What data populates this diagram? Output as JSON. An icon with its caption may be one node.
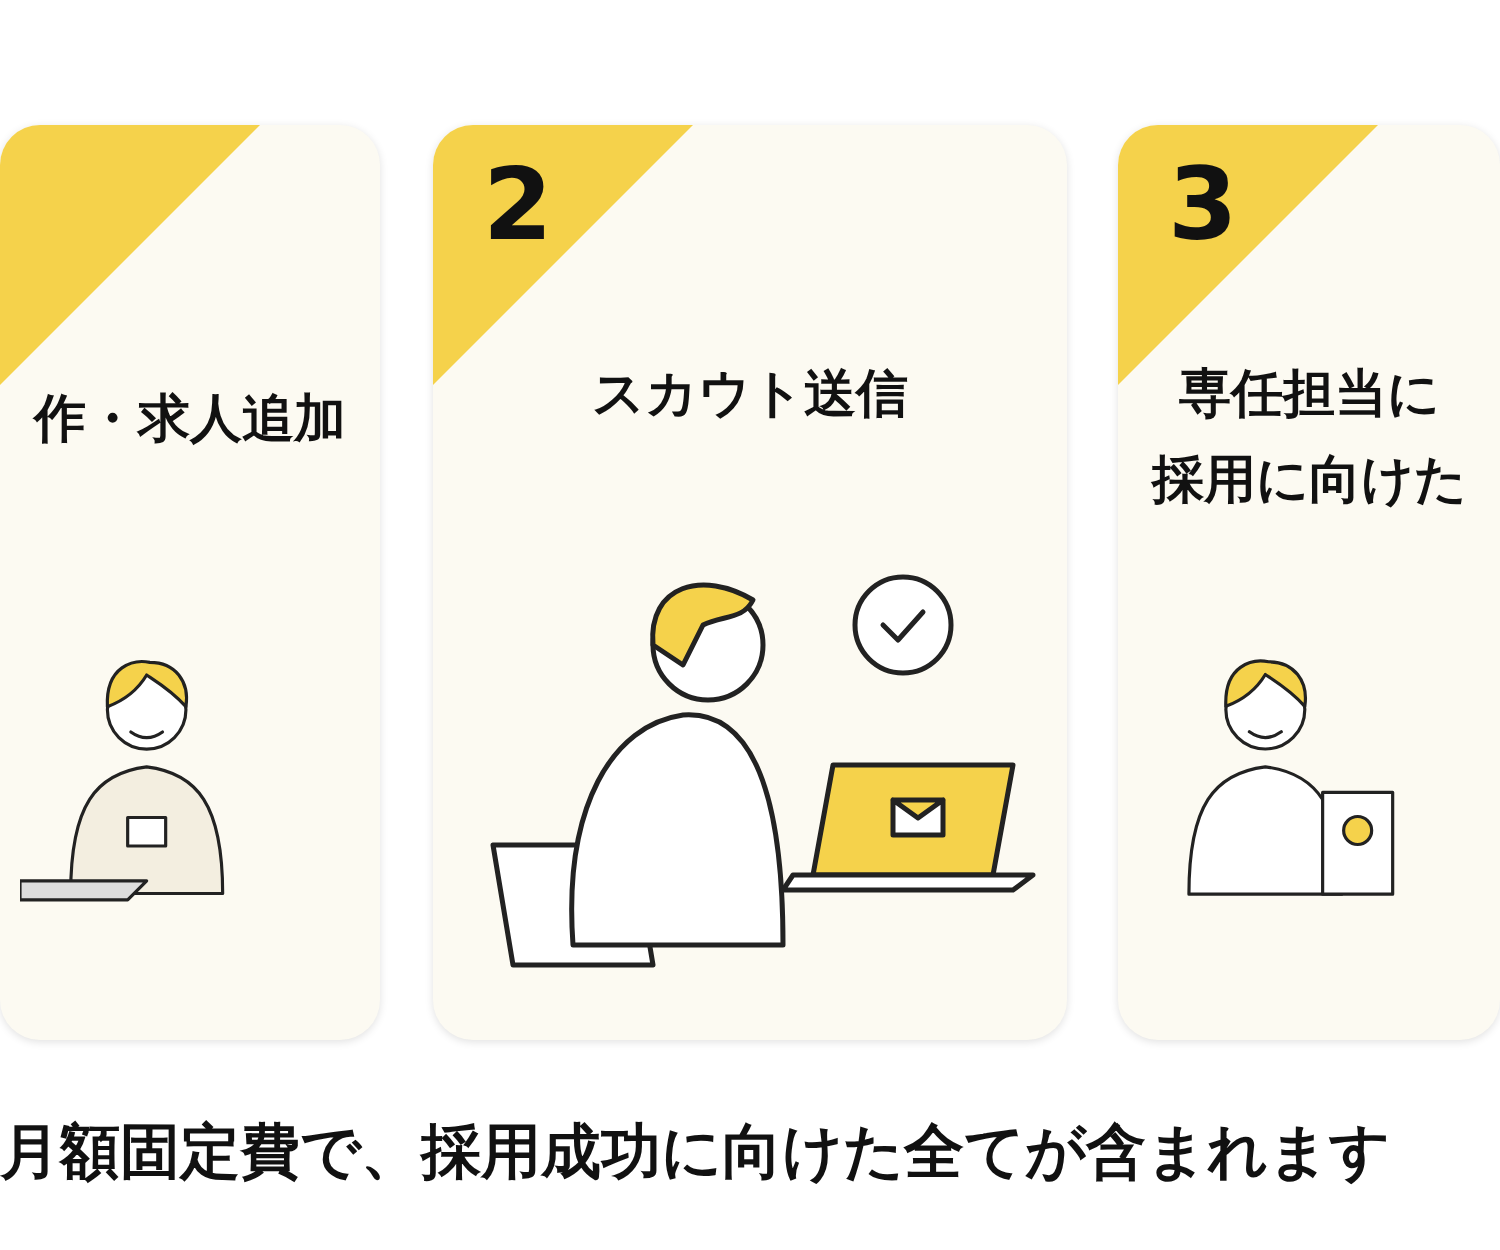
{
  "diagram": {
    "nodes": [
      {
        "text": [
          "作・求人追加"
        ]
      },
      {
        "text": [
          "2",
          "スカウト送信"
        ]
      },
      {
        "text": [
          "3",
          "専任担当に採用に向けた"
        ]
      }
    ],
    "labels": [
      "月額固定費で、採用成功に向けた全てが含まれます"
    ]
  }
}
